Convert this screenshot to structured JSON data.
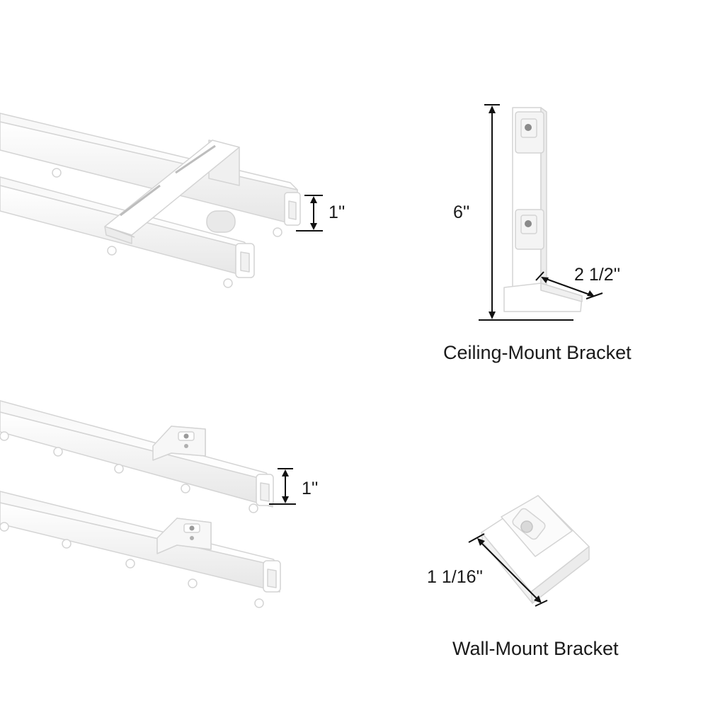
{
  "double_track": {
    "height_label": "1''"
  },
  "single_track": {
    "height_label": "1''"
  },
  "ceiling_bracket": {
    "height_label": "6''",
    "depth_label": "2 1/2''",
    "caption": "Ceiling-Mount Bracket"
  },
  "wall_bracket": {
    "width_label": "1 1/16''",
    "caption": "Wall-Mount Bracket"
  },
  "colors": {
    "product_white": "#ffffff",
    "outline": "#d4d4d4",
    "shade": "#e9e9e9",
    "dimension_line": "#111111",
    "text": "#1a1a1a"
  }
}
